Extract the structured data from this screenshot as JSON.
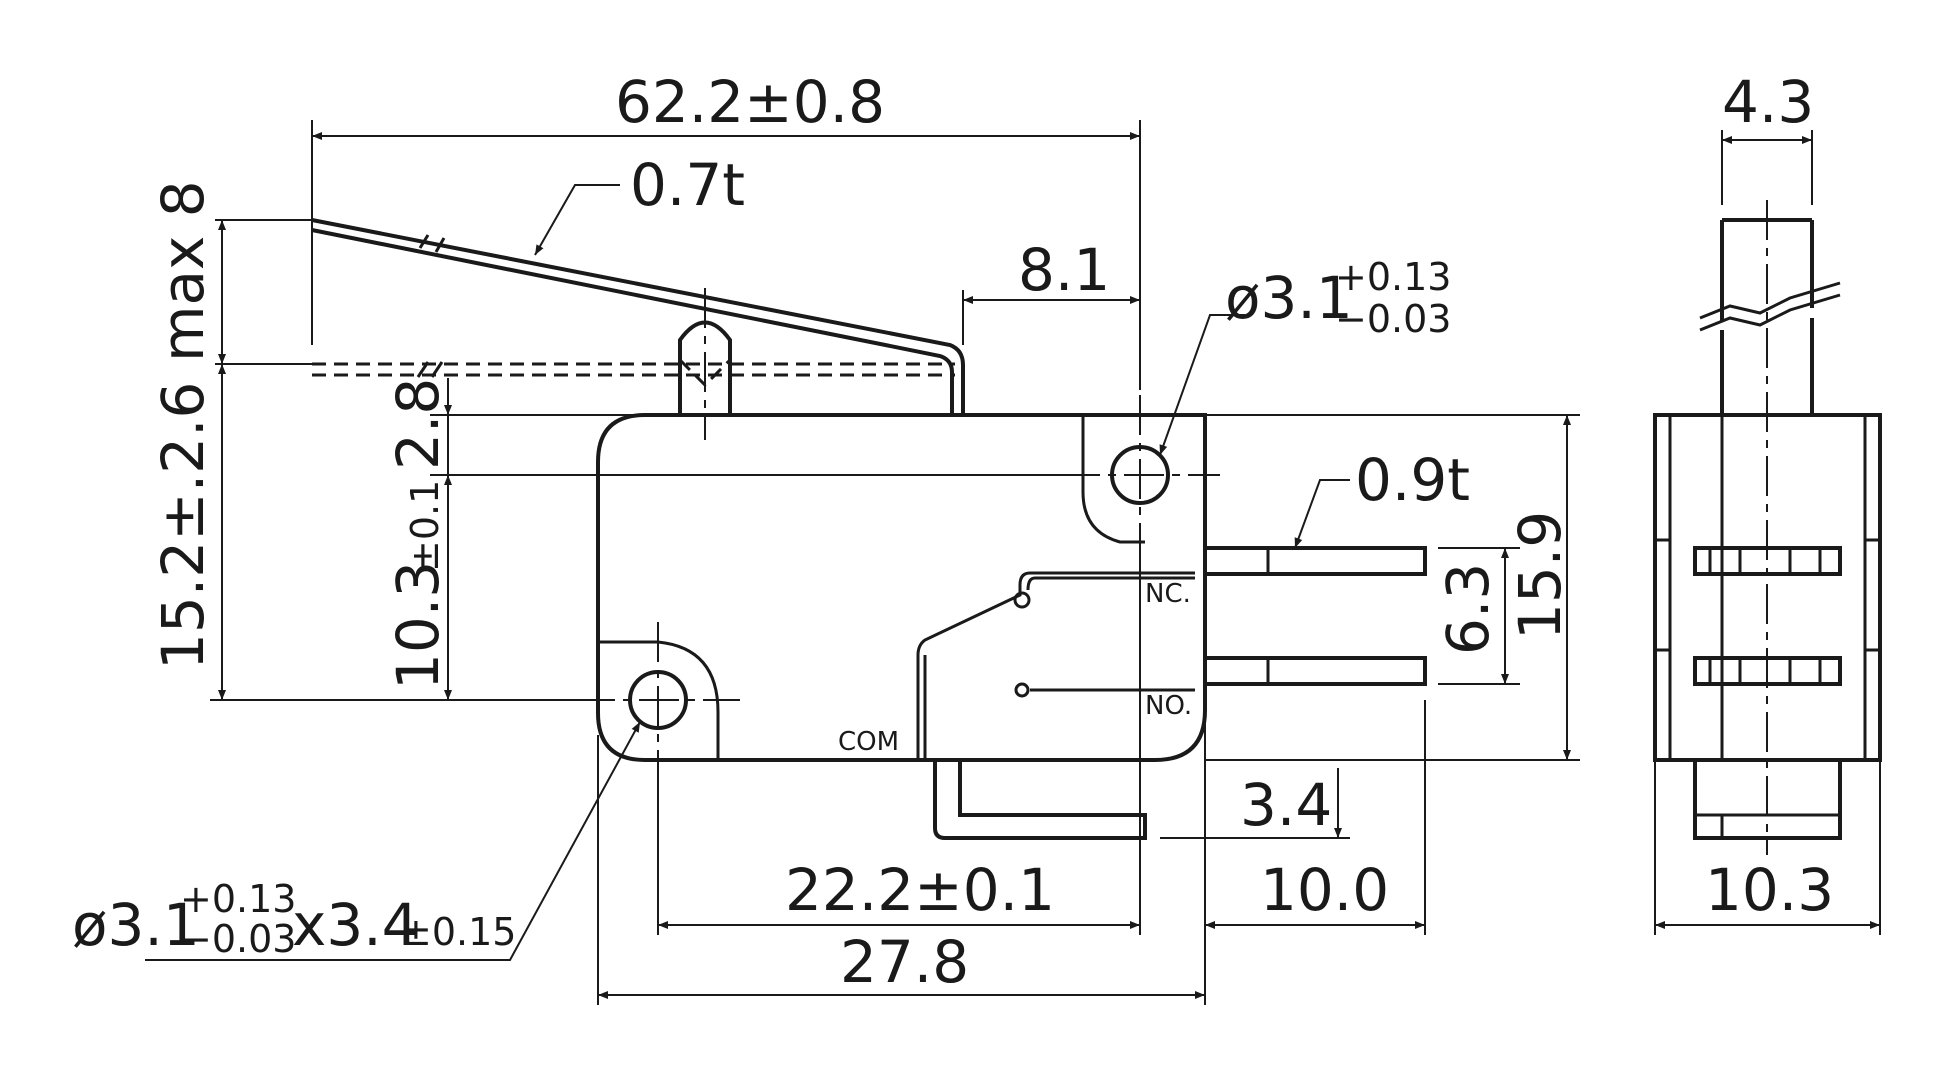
{
  "dimensions": {
    "overall_length": "62.2±0.8",
    "lever_thickness": "0.7t",
    "max_travel": "max 8",
    "lever_offset": "8.1",
    "top_hole_dia": "ø3.1",
    "top_hole_tol_plus": "+0.13",
    "top_hole_tol_minus": "−0.03",
    "terminal_thickness": "0.9t",
    "height_total": "15.2±.2.6",
    "height_pin": "10.3",
    "height_pin_tol": "±0.1",
    "height_top": "2.8",
    "terminal_pitch": "6.3",
    "body_height": "15.9",
    "terminal_drop": "3.4",
    "hole_spacing": "22.2±0.1",
    "terminal_length": "10.0",
    "body_length": "27.8",
    "bottom_hole_dia": "ø3.1",
    "bottom_hole_tol_plus": "+0.13",
    "bottom_hole_tol_minus": "−0.03",
    "bottom_hole_depth": "x3.4",
    "bottom_hole_depth_tol": "±0.15",
    "side_width_top": "4.3",
    "side_width_bottom": "10.3"
  },
  "terminal_labels": {
    "nc": "NC.",
    "no": "NO.",
    "com": "COM"
  }
}
